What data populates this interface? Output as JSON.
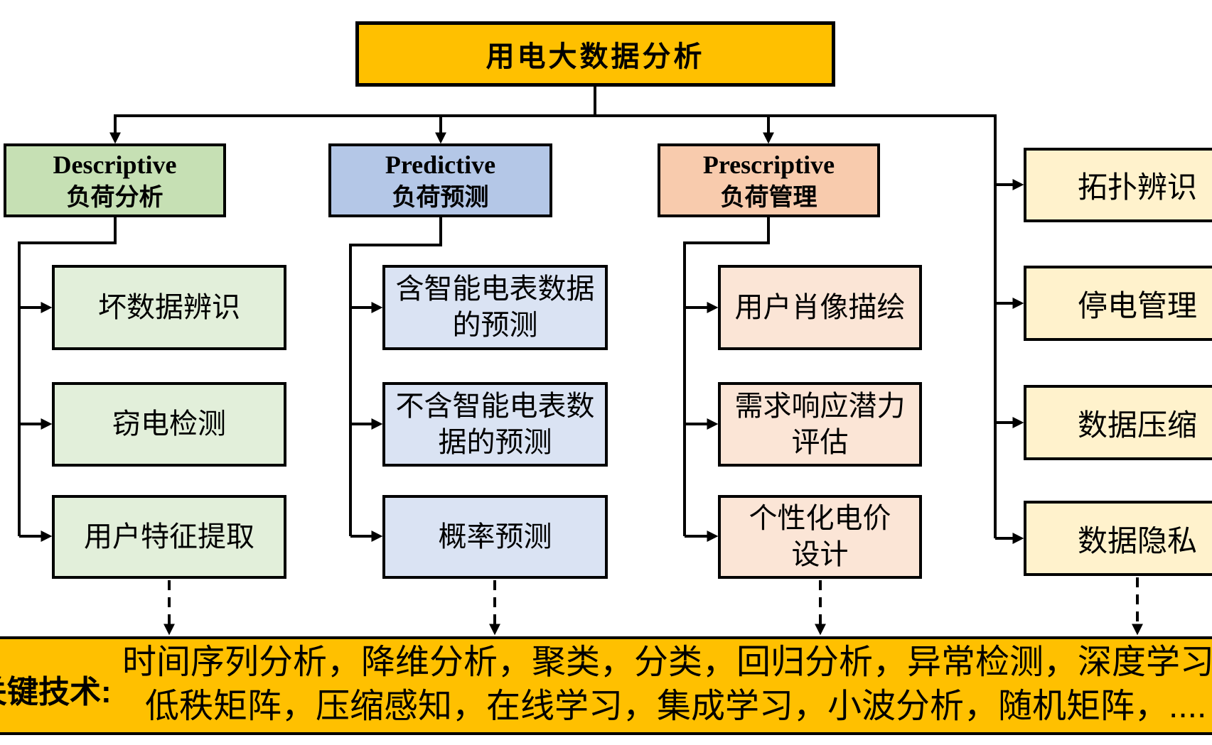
{
  "diagram": {
    "title": "用电大数据分析",
    "branches": [
      {
        "en": "Descriptive",
        "zh": "负荷分析",
        "children": [
          "坏数据辨识",
          "窃电检测",
          "用户特征提取"
        ]
      },
      {
        "en": "Predictive",
        "zh": "负荷预测",
        "children": [
          "含智能电表数据\n的预测",
          "不含智能电表数\n据的预测",
          "概率预测"
        ]
      },
      {
        "en": "Prescriptive",
        "zh": "负荷管理",
        "children": [
          "用户肖像描绘",
          "需求响应潜力\n评估",
          "个性化电价\n设计"
        ]
      }
    ],
    "side_topics": [
      "拓扑辨识",
      "停电管理",
      "数据压缩",
      "数据隐私"
    ],
    "key_tech": {
      "label": "关键技术:",
      "line1": "时间序列分析，降维分析，聚类，分类，回归分析，异常检测，深度学习",
      "line2": "低秩矩阵，压缩感知，在线学习，集成学习，小波分析，随机矩阵，...."
    },
    "colors": {
      "amber": "#FFC000",
      "green_header": "#C6E0B4",
      "green_child": "#E2EFDA",
      "blue_header": "#B4C7E7",
      "blue_child": "#DAE3F3",
      "peach_header": "#F8CBAD",
      "peach_child": "#FBE5D6",
      "side_yellow": "#FFF2CC",
      "line": "#000000"
    }
  }
}
